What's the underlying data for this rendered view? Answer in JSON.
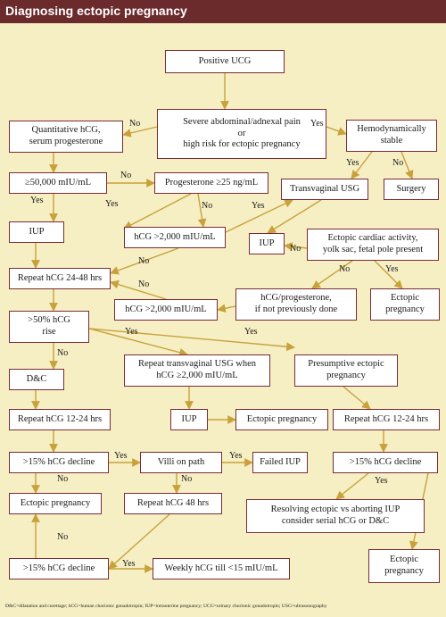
{
  "title": "Diagnosing ectopic pregnancy",
  "colors": {
    "header_bg": "#6b2a2c",
    "background": "#f6efc4",
    "arrow": "#c8a13a",
    "box_border": "#7a2b35",
    "header_text": "#ffffff"
  },
  "nodes": {
    "positive_ucg": "Positive UCG",
    "severe_pain": "Severe abdominal/adnexal pain\nor\nhigh risk for ectopic pregnancy",
    "quant_hcg": "Quantitative hCG,\nserum progesterone",
    "hemo_stable": "Hemodynamically\nstable",
    "hcg_50000": "≥50,000 mIU/mL",
    "progesterone_25": "Progesterone ≥25 ng/mL",
    "transvaginal_usg": "Transvaginal USG",
    "surgery": "Surgery",
    "iup_1": "IUP",
    "hcg_2000_a": "hCG >2,000 mIU/mL",
    "iup_2": "IUP",
    "ectopic_activity": "Ectopic cardiac activity,\nyolk sac, fetal pole present",
    "repeat_hcg_24_48": "Repeat hCG 24-48 hrs",
    "hcg_progesterone": "hCG/progesterone,\nif not previously done",
    "ectopic_preg_1": "Ectopic\npregnancy",
    "hcg_2000_b": "hCG >2,000 mIU/mL",
    "rise_50": ">50% hCG\nrise",
    "repeat_tv_usg": "Repeat transvaginal USG when\nhCG ≥2,000 mIU/mL",
    "presumptive_ectopic": "Presumptive ectopic\npregnancy",
    "dc": "D&C",
    "iup_3": "IUP",
    "ectopic_preg_2": "Ectopic pregnancy",
    "repeat_hcg_12_24_a": "Repeat hCG 12-24 hrs",
    "repeat_hcg_12_24_b": "Repeat hCG 12-24 hrs",
    "decline_15_a": ">15% hCG decline",
    "villi_on_path": "Villi on path",
    "failed_iup": "Failed IUP",
    "decline_15_b": ">15% hCG decline",
    "ectopic_preg_3": "Ectopic pregnancy",
    "repeat_hcg_48": "Repeat hCG 48 hrs",
    "resolving_ectopic": "Resolving ectopic vs aborting IUP\nconsider serial hCG or D&C",
    "decline_15_c": ">15% hCG decline",
    "weekly_hcg": "Weekly hCG till <15 mIU/mL",
    "ectopic_preg_4": "Ectopic\npregnancy"
  },
  "labels": {
    "yes": "Yes",
    "no": "No"
  },
  "footnote": "D&C=dilatation and curettage; hCG=human chorionic gonadotropin; IUP=intrauterine pregnancy; UCG=urinary chorionic gonadotropin; USG=ultrasonography"
}
